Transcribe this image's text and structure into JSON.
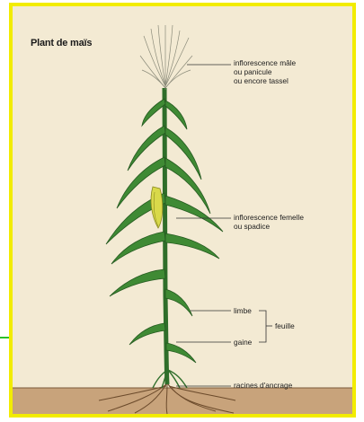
{
  "diagram": {
    "title": "Plant de maïs",
    "labels": {
      "tassel": "inflorescence mâle\nou panicule\nou encore tassel",
      "spadix": "inflorescence femelle\nou spadice",
      "limbe": "limbe",
      "gaine": "gaine",
      "feuille": "feuille",
      "racines": "racines d'ancrage"
    }
  },
  "colors": {
    "frame_border": "#f2ec00",
    "background": "#f3ead3",
    "leaf": "#3f8a34",
    "leaf_dark": "#24591f",
    "soil": "#c8a37b",
    "accent_line": "#2bbf2b"
  }
}
